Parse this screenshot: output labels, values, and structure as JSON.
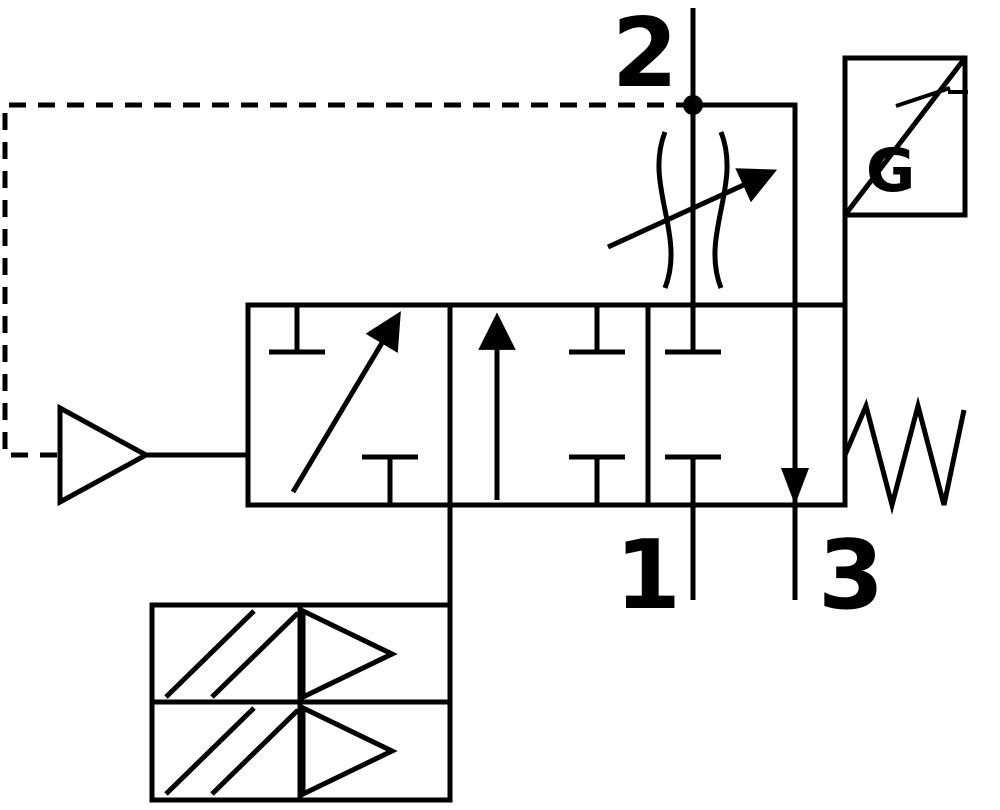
{
  "colors": {
    "background": "#ffffff",
    "ink": "#000000"
  },
  "labels": {
    "port2": "2",
    "port1": "1",
    "port3": "3",
    "gauge_letter": "G"
  },
  "icons": {
    "pilot-amplifier": "triangle-right",
    "flow-control": "throttle-waves-with-adjust-arrow",
    "pressure-gauge": "square-with-diagonal-G-and-switch-contact",
    "return-spring": "zigzag-spring",
    "pilot-valve-unit": "stacked-boxes-with-diagonals-and-triangles",
    "junction": "filled-dot"
  }
}
